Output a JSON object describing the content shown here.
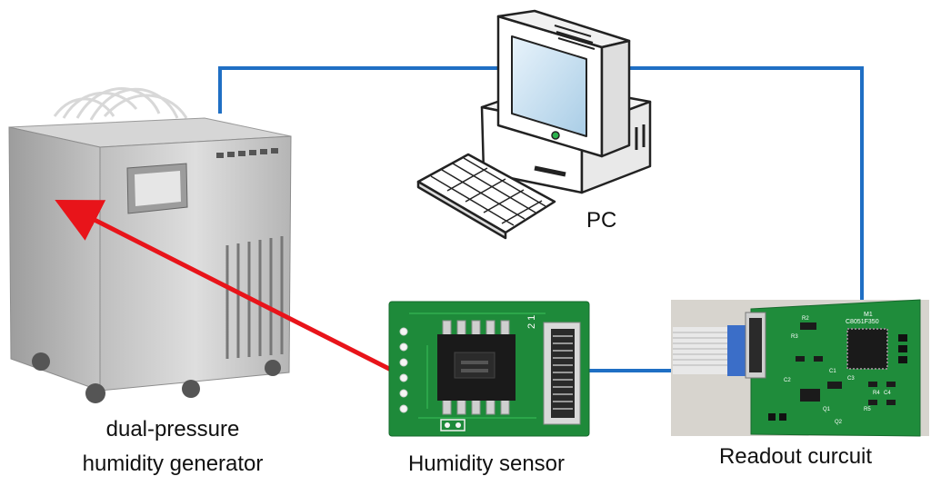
{
  "labels": {
    "pc": "PC",
    "generator_line1": "dual-pressure",
    "generator_line2": "humidity generator",
    "sensor": "Humidity sensor",
    "readout": "Readout curcuit"
  },
  "board_text": {
    "sensor_pin_numbers": "2   1",
    "readout_chip": "M1",
    "readout_chip_code": "C8051F350",
    "readout_labels": [
      "R2",
      "R3",
      "C1",
      "C2",
      "C3",
      "C4",
      "Q1",
      "Q2",
      "R4",
      "R5"
    ]
  },
  "colors": {
    "connection_line": "#1f6fc4",
    "arrow": "#e8141a",
    "pcb_green": "#1e8a3a",
    "steel": "#c9c9c9"
  }
}
